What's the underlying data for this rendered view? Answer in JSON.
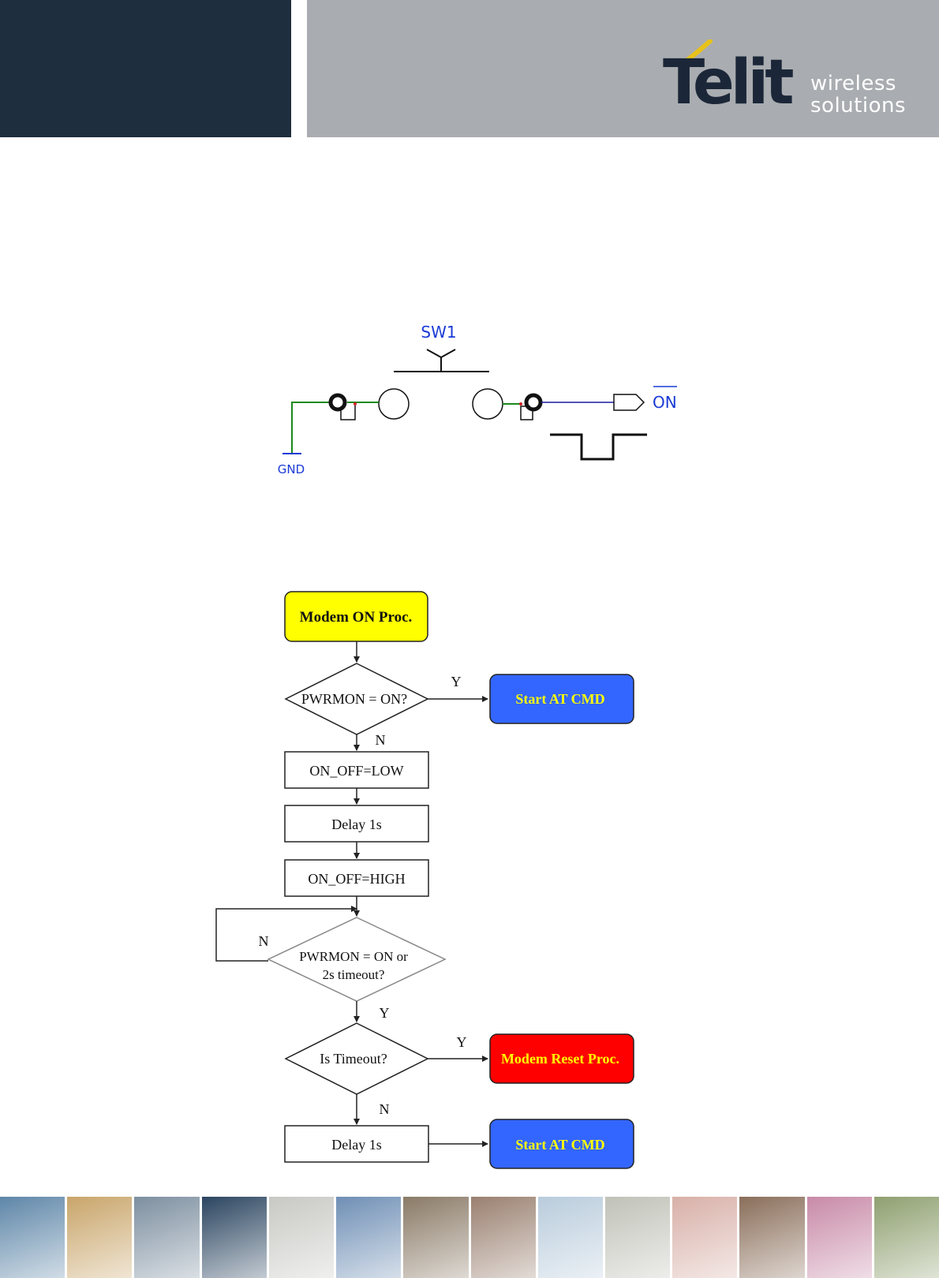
{
  "header": {
    "logo_word": "Telit",
    "tagline_line1": "wireless",
    "tagline_line2": "solutions",
    "dark_color": "#1f2e3e",
    "grey_color": "#a9acb0"
  },
  "schematic": {
    "switch_label": "SW1",
    "output_label": "ON",
    "ground_label": "GND",
    "wire_green": "#1a8a1a",
    "wire_blue": "#1a1aa0",
    "label_color": "#1a3ad6"
  },
  "flowchart": {
    "start": "Modem ON Proc.",
    "decision1": "PWRMON = ON?",
    "decision1_yes": "Y",
    "decision1_no": "N",
    "start_at_cmd_1": "Start AT CMD",
    "step1": "ON_OFF=LOW",
    "step2": "Delay 1s",
    "step3": "ON_OFF=HIGH",
    "loop_no": "N",
    "decision2_line1": "PWRMON = ON or",
    "decision2_line2": "2s timeout?",
    "decision2_yes": "Y",
    "decision3": "Is Timeout?",
    "decision3_yes": "Y",
    "decision3_no": "N",
    "reset_proc": "Modem Reset Proc.",
    "step4": "Delay 1s",
    "start_at_cmd_2": "Start AT CMD",
    "colors": {
      "start_fill": "#ffff00",
      "start_cmd_fill": "#3366ff",
      "start_cmd_text": "#ffff00",
      "reset_fill": "#ff0000",
      "reset_text": "#ffff00"
    }
  },
  "footer": {
    "tiles": [
      "traffic",
      "pay-phone",
      "containers",
      "clock-display",
      "laptop",
      "cyclist",
      "card-reader",
      "vending",
      "wind-turbines",
      "meter",
      "laser",
      "train",
      "printing",
      "camera"
    ],
    "tile_colors": [
      "#5e86a8",
      "#c9a56a",
      "#7d8fa0",
      "#2b4560",
      "#c8c8c4",
      "#6f8fb5",
      "#8a7a66",
      "#9a8070",
      "#b9ccdc",
      "#c0c2b8",
      "#d8b0a8",
      "#8a6e5a",
      "#c88aa8",
      "#8fa070"
    ]
  }
}
